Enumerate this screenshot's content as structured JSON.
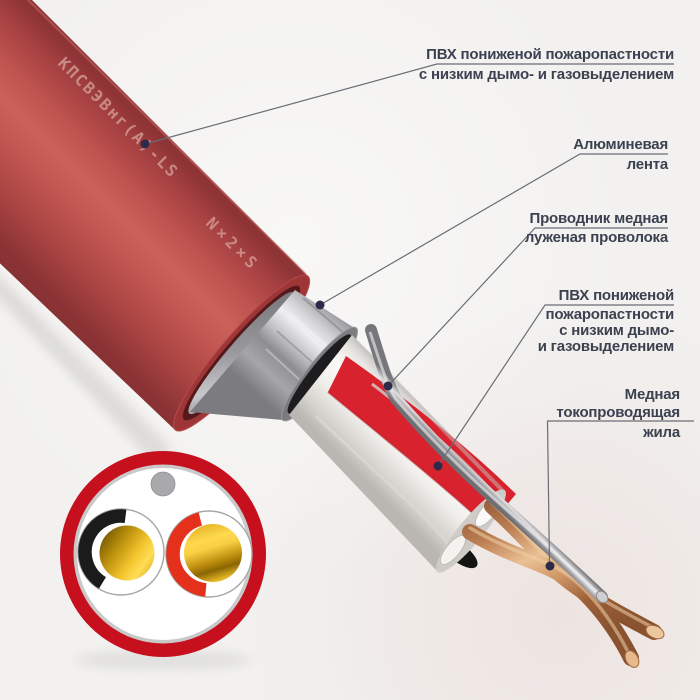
{
  "illustration": {
    "cable_markings": {
      "type_label": "КПСВЭВнг(А)-LS",
      "size_label": "N×2×S"
    }
  },
  "callouts": {
    "outer_sheath": {
      "line1": "ПВХ пониженой пожаропастности",
      "line2": "с низким дымо- и газовыделением"
    },
    "aluminium_tape": {
      "line1": "Алюминевая",
      "line2": "лента"
    },
    "drain_wire": {
      "line1": "Проводник медная",
      "line2": "луженая проволока"
    },
    "core_insulation": {
      "line1": "ПВХ пониженой",
      "line2": "пожаропастности",
      "line3": "с низким дымо-",
      "line4": "и газовыделением"
    },
    "copper_core": {
      "line1": "Медная",
      "line2": "токопроводящая",
      "line3": "жила"
    }
  },
  "colors": {
    "background": "#f2f1ef",
    "sheath_red": "#c05450",
    "cross_section_ring_red": "#c6101e",
    "stripe_red": "#d8232e",
    "insulation_marker_red": "#e5301c",
    "insulation_marker_black": "#1b1b1b",
    "aluminium_silver": "#d2d2d5",
    "copper": "#c98e63",
    "gold_core": "#f3c52e",
    "label_text": "#3b4150",
    "leader_line": "#696d76",
    "callout_dot": "#2e2a49",
    "marking_text": "#d29b96"
  }
}
